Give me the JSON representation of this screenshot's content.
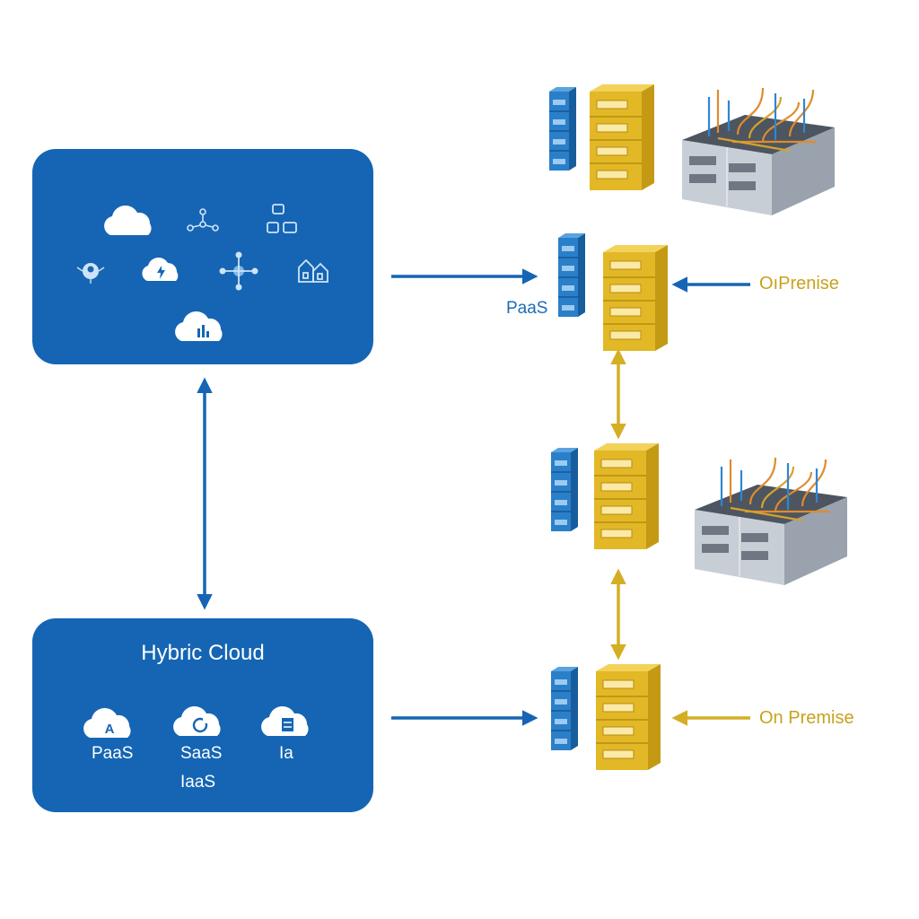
{
  "colors": {
    "panel_blue": "#1565b4",
    "arrow_blue": "#1565b4",
    "arrow_gold": "#d4ae24",
    "server_gold": "#e6bd2a",
    "server_blue": "#2a7fc9",
    "text_gold": "#c8a21c"
  },
  "top_panel": {
    "icons": [
      "cloud-icon",
      "network-nodes-icon",
      "devices-icon",
      "people-network-icon",
      "cloud-upload-icon",
      "hub-icon",
      "building-icon",
      "cloud-chart-icon"
    ]
  },
  "bottom_panel": {
    "title": "Hybric Cloud",
    "services": [
      {
        "icon": "cloud-app-icon",
        "label": "PaaS"
      },
      {
        "icon": "cloud-refresh-icon",
        "label": "SaaS",
        "sublabel": "IaaS"
      },
      {
        "icon": "cloud-server-icon",
        "label": "Ia"
      }
    ]
  },
  "labels": {
    "paas_server": "PaaS",
    "on_premise_top": "OıPrenise",
    "on_premise_bottom": "On Premise"
  }
}
